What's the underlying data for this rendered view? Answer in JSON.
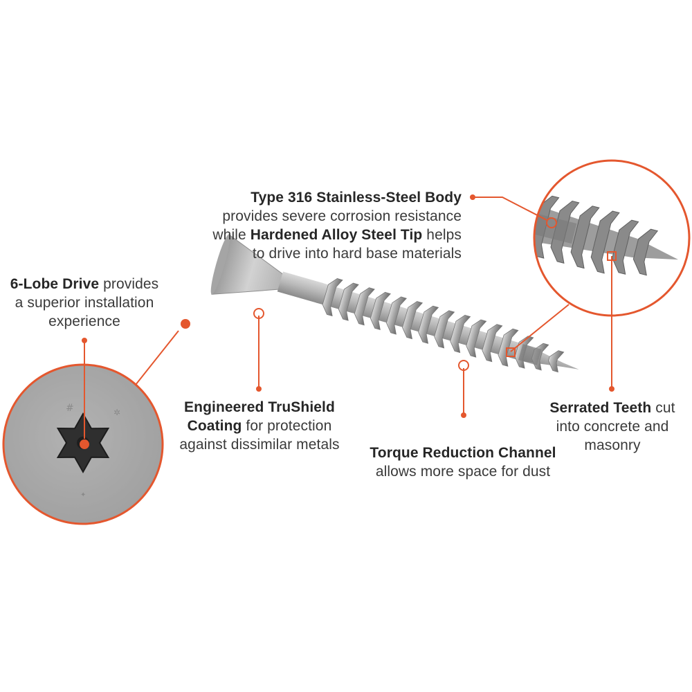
{
  "colors": {
    "accent": "#e4572e",
    "steel_light": "#c9c9c9",
    "steel_mid": "#a7a7a7",
    "steel_dark": "#6e6e6e",
    "text": "#333333"
  },
  "callouts": {
    "body": {
      "bold1": "Type 316 Stainless-Steel Body",
      "line2": "provides severe corrosion resistance",
      "line3_pre": "while ",
      "bold2": "Hardened Alloy Steel Tip",
      "line3_post": " helps",
      "line4": "to drive into hard base materials"
    },
    "drive": {
      "bold": "6-Lobe Drive",
      "rest1": " provides",
      "line2": "a superior installation",
      "line3": "experience"
    },
    "coating": {
      "bold1": "Engineered TruShield",
      "bold2": "Coating",
      "rest2": " for protection",
      "line3": "against dissimilar metals"
    },
    "channel": {
      "bold": "Torque Reduction Channel",
      "line2": "allows more space for dust"
    },
    "teeth": {
      "bold": "Serrated Teeth",
      "rest1": " cut",
      "line2": "into concrete and",
      "line3": "masonry"
    }
  },
  "icons": {
    "screw": "screw-illustration",
    "head": "six-lobe-drive-head",
    "tip_zoom": "serrated-tip-zoom"
  }
}
